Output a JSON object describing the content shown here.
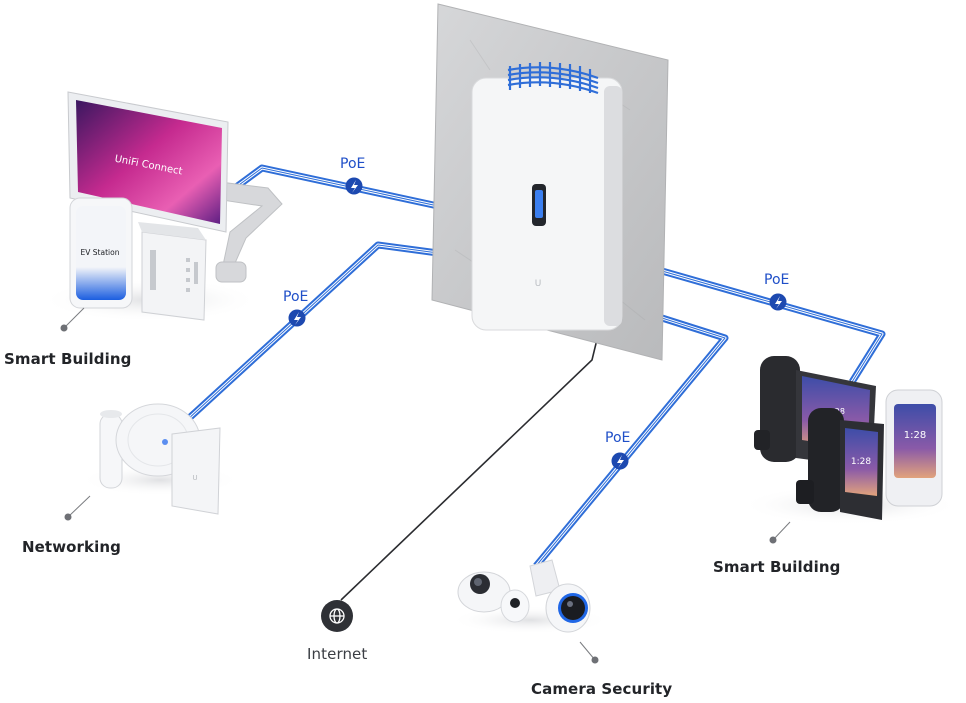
{
  "labels": {
    "smart_building_left": "Smart Building",
    "networking": "Networking",
    "internet": "Internet",
    "camera_security": "Camera Security",
    "smart_building_right": "Smart Building"
  },
  "poe": {
    "top_left": "PoE",
    "mid_left": "PoE",
    "bottom": "PoE",
    "right": "PoE"
  },
  "devices": {
    "display_brand": "UniFi Connect",
    "ev_station": "EV Station",
    "phone_clock_1": "1:28",
    "phone_clock_2": "1:28",
    "panel_clock": "1:28"
  },
  "colors": {
    "cable": "#2f6ed8",
    "cable_dark": "#1c4fb8",
    "badge": "#1d49b0",
    "wall": "#c9cacc",
    "text": "#222428"
  },
  "icons": {
    "poe_badge": "lightning-bolt-icon",
    "internet": "globe-icon",
    "connector": "dot-marker-icon"
  }
}
